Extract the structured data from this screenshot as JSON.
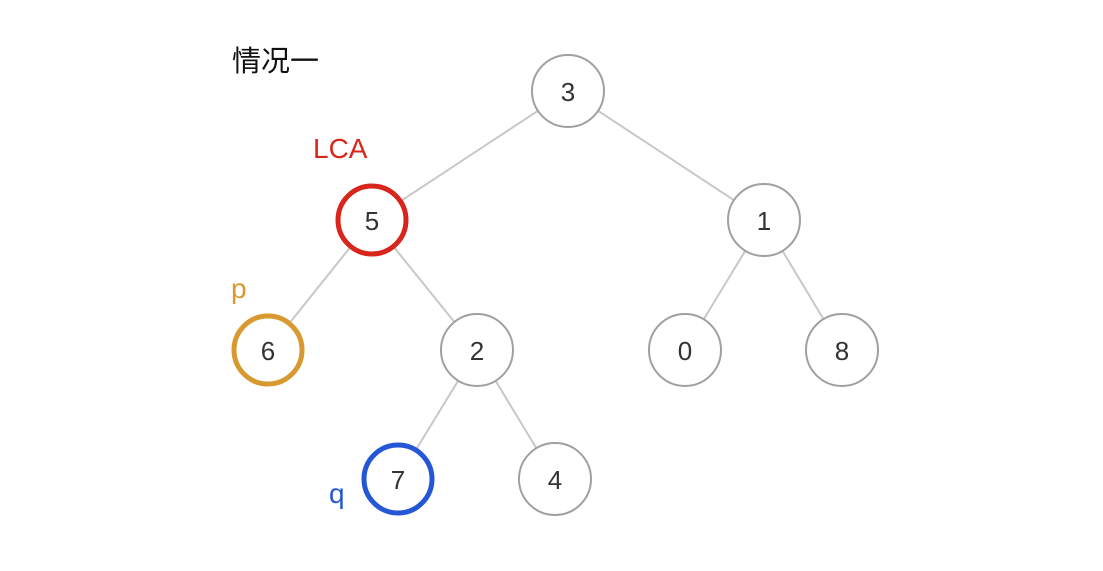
{
  "title": "情况一",
  "nodes": {
    "n3": "3",
    "n5": "5",
    "n1": "1",
    "n6": "6",
    "n2": "2",
    "n0": "0",
    "n8": "8",
    "n7": "7",
    "n4": "4"
  },
  "labels": {
    "lca": "LCA",
    "p": "p",
    "q": "q"
  },
  "colors": {
    "lca": "#d9261c",
    "p": "#d89a30",
    "q": "#2456d6",
    "node_border": "#a0a0a0",
    "edge": "#c8c8c8"
  }
}
